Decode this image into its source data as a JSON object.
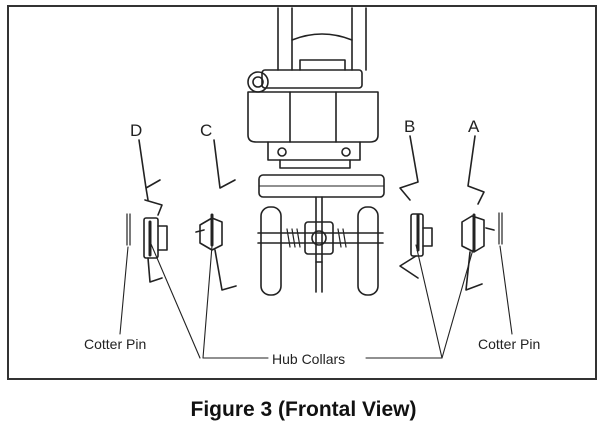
{
  "figure": {
    "caption": "Figure 3 (Frontal View)",
    "tines": {
      "a": "A",
      "b": "B",
      "c": "C",
      "d": "D"
    },
    "callouts": {
      "cotter_pin_left": "Cotter Pin",
      "cotter_pin_right": "Cotter Pin",
      "hub_collars": "Hub Collars"
    }
  }
}
